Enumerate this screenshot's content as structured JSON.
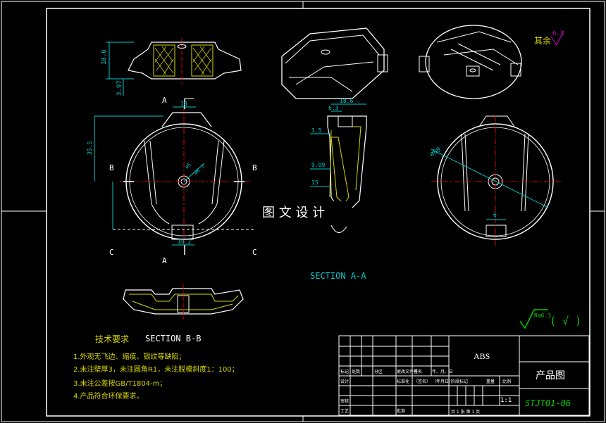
{
  "labels": {
    "A_top": "A",
    "A_bottom": "A",
    "B_left": "B",
    "B_right": "B",
    "C_left": "C",
    "C_right": "C",
    "section_aa": "SECTION A-A",
    "section_bb": "SECTION B-B",
    "watermark": "图 文 设 计"
  },
  "dims": {
    "d18_6_left": "18.6",
    "d3_97": "3.97",
    "d18": "18",
    "d35_5": "35.5",
    "d_phi5": "ø5",
    "d_phi6_7": "ø6.7",
    "d10_2": "10.2",
    "d18_6_sec": "18.6",
    "d6_3": "6.3",
    "d1_5": "1.5",
    "d9_09": "9.09",
    "d15": "15",
    "d_phi60": "ø60",
    "d6": "6"
  },
  "roughness": {
    "other_label": "其余",
    "other_value": "6.3",
    "general": "Ra6.3",
    "paren": "( √ )"
  },
  "notes": {
    "title": "技术要求",
    "items": [
      "1.外观无飞边、缩痕、银纹等缺陷；",
      "2.未注壁厚3，未注圆角R1，未注脱模斜度1：100；",
      "3.未注公差按GB/T1804-m；",
      "4.产品符合环保要求。"
    ]
  },
  "title_block": {
    "material": "ABS",
    "drawing_name": "产品图",
    "drawing_no": "STJT01-06",
    "scale": "1:1",
    "row_labels": [
      "标记",
      "处数",
      "分区",
      "更改文件号",
      "签名",
      "年、月、日"
    ],
    "design_row": [
      "设计",
      "",
      "",
      "标准化",
      "（签名）",
      "（年月日）"
    ],
    "stage_labels": [
      "阶段标记",
      "重量",
      "比例"
    ],
    "check_label": "审核",
    "process_label": "工艺",
    "approve_label": "批准",
    "sheet_text": "共 1 张  第 1 页"
  },
  "colors": {
    "white": "#ffffff",
    "yellow": "#d8d800",
    "cyan": "#00c8c8",
    "red": "#e00000",
    "green": "#00d000",
    "magenta": "#d000d0"
  }
}
